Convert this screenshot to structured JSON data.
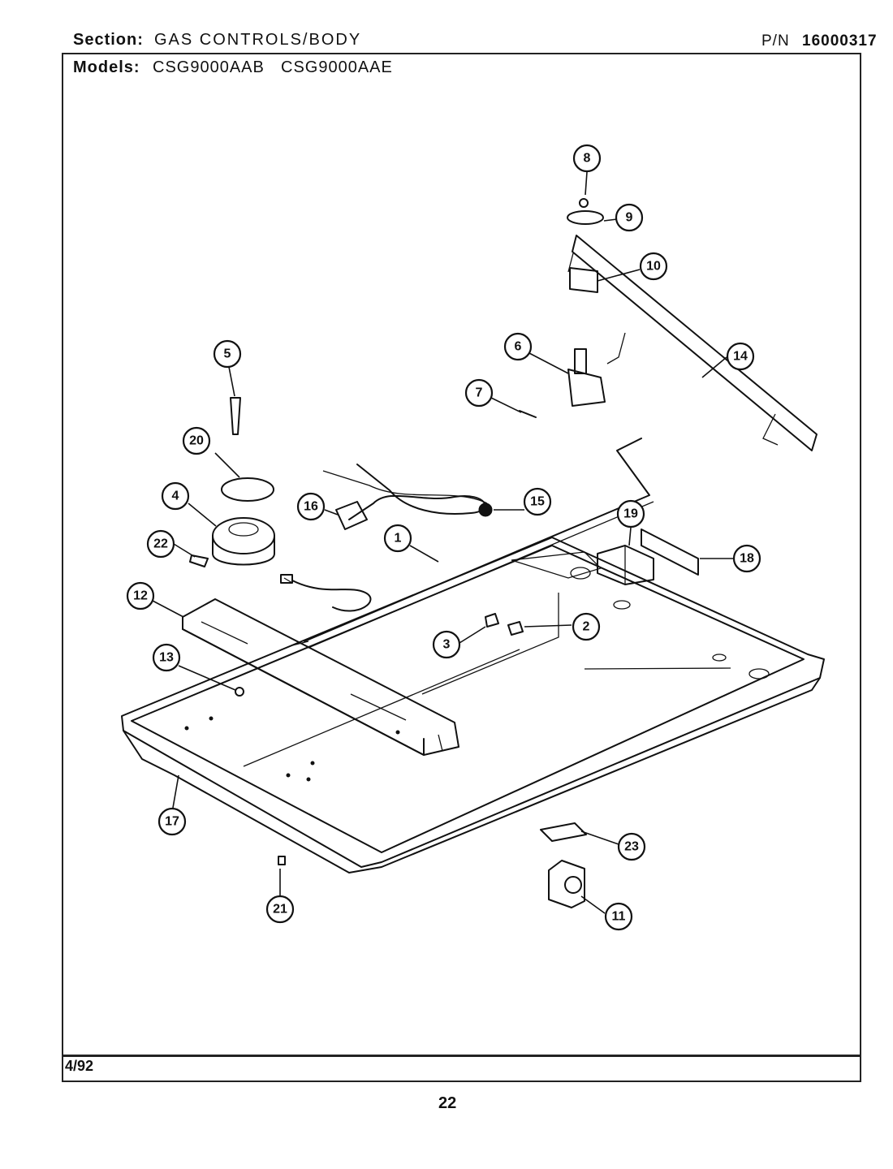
{
  "header": {
    "section_label": "Section:",
    "section_value": "GAS CONTROLS/BODY",
    "pn_label": "P/N",
    "pn_value": "16000317",
    "models_label": "Models:",
    "models": [
      "CSG9000AAB",
      "CSG9000AAE"
    ]
  },
  "footer": {
    "date": "4/92",
    "page_number": "22"
  },
  "callouts": [
    "1",
    "2",
    "3",
    "4",
    "5",
    "6",
    "7",
    "8",
    "9",
    "10",
    "11",
    "12",
    "13",
    "14",
    "15",
    "16",
    "17",
    "18",
    "19",
    "20",
    "21",
    "22",
    "23"
  ]
}
